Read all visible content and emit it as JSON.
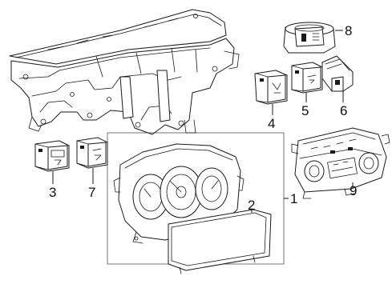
{
  "diagram": {
    "callouts": [
      "1",
      "2",
      "3",
      "4",
      "5",
      "6",
      "7",
      "8",
      "9"
    ],
    "colors": {
      "line": "#1a1a1a",
      "background": "#ffffff"
    }
  }
}
